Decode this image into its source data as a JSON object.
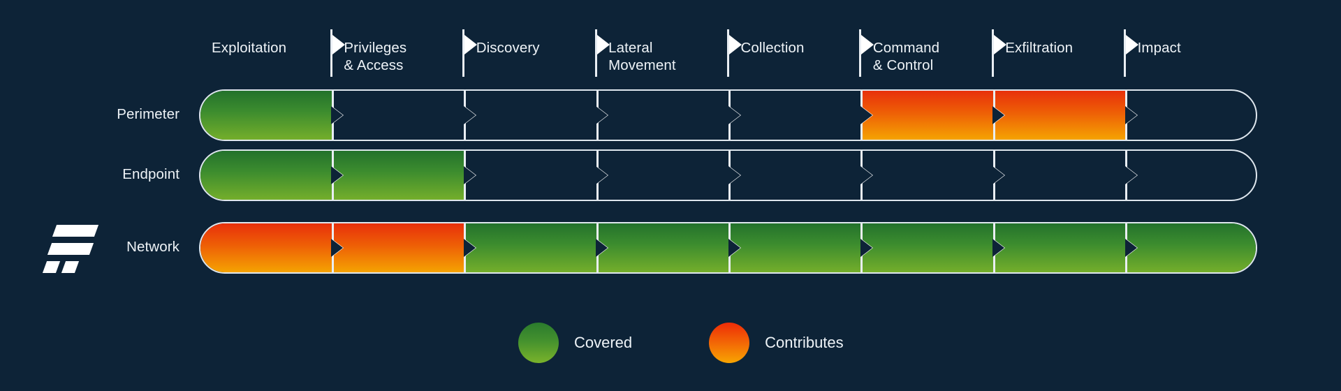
{
  "meta": {
    "background_color": "#0d2337",
    "outer_color": "#06182a",
    "text_color": "#eef3f7",
    "line_color": "#e9eef3",
    "covered_color": "#3c8c2e",
    "contributes_color": "#ee5f06"
  },
  "logo": {
    "name": "brand-logo-bars"
  },
  "columns": [
    {
      "id": "exploitation",
      "label": "Exploitation"
    },
    {
      "id": "privileges",
      "label": "Privileges\n& Access"
    },
    {
      "id": "discovery",
      "label": "Discovery"
    },
    {
      "id": "lateral",
      "label": "Lateral\nMovement"
    },
    {
      "id": "collection",
      "label": "Collection"
    },
    {
      "id": "command",
      "label": "Command\n& Control"
    },
    {
      "id": "exfiltration",
      "label": "Exfiltration"
    },
    {
      "id": "impact",
      "label": "Impact"
    }
  ],
  "rows": [
    {
      "id": "perimeter",
      "label": "Perimeter",
      "cells": [
        "covered",
        "empty",
        "empty",
        "empty",
        "empty",
        "contributes",
        "contributes",
        "empty"
      ]
    },
    {
      "id": "endpoint",
      "label": "Endpoint",
      "cells": [
        "covered",
        "covered",
        "empty",
        "empty",
        "empty",
        "empty",
        "empty",
        "empty"
      ]
    },
    {
      "id": "network",
      "label": "Network",
      "cells": [
        "contributes",
        "contributes",
        "covered",
        "covered",
        "covered",
        "covered",
        "covered",
        "covered"
      ]
    }
  ],
  "legend": [
    {
      "id": "covered",
      "label": "Covered",
      "swatch": "covered"
    },
    {
      "id": "contributes",
      "label": "Contributes",
      "swatch": "contributes"
    }
  ]
}
